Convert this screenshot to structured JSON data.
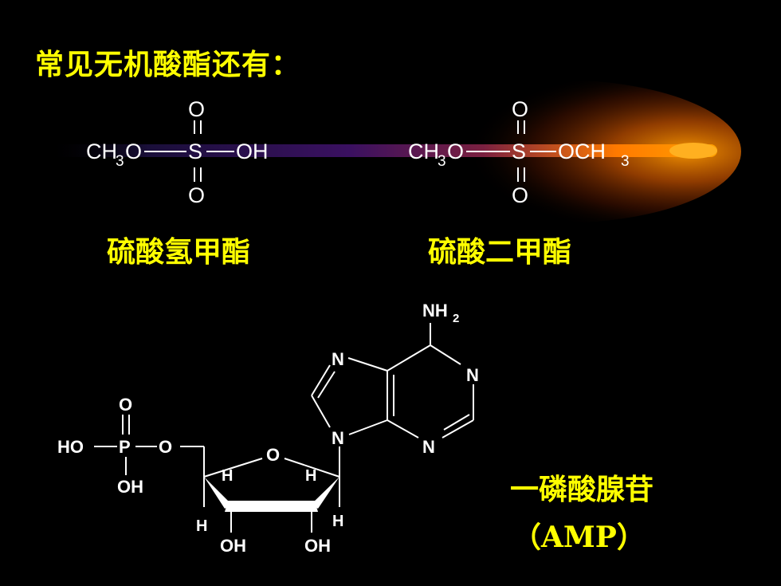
{
  "title": "常见无机酸酯还有：",
  "compound1": {
    "top_o": "O",
    "bottom_o": "O",
    "left_ch": "CH",
    "left_sub": "3",
    "left_o": "O",
    "s": "S",
    "right": "OH",
    "name": "硫酸氢甲酯"
  },
  "compound2": {
    "top_o": "O",
    "bottom_o": "O",
    "left_ch": "CH",
    "left_sub": "3",
    "left_o": "O",
    "s": "S",
    "right_och": "OCH",
    "right_sub": "3",
    "name": "硫酸二甲酯"
  },
  "amp": {
    "nh": "NH",
    "nh_sub": "2",
    "n7": "N",
    "n1": "N",
    "n9": "N",
    "n3": "N",
    "ring_o": "O",
    "h_c4": "H",
    "h_c1": "H",
    "h_c3": "H",
    "h_c2": "H",
    "oh_c3": "OH",
    "oh_c2": "OH",
    "ho": "HO",
    "p": "P",
    "o_link": "O",
    "o_top": "O",
    "oh_bottom": "OH",
    "name_line1": "一磷酸腺苷",
    "name_line2": "（AMP）"
  },
  "colors": {
    "background": "#000000",
    "text_yellow": "#ffff00",
    "text_white": "#ffffff",
    "glow_orange": "#ff8a00"
  }
}
